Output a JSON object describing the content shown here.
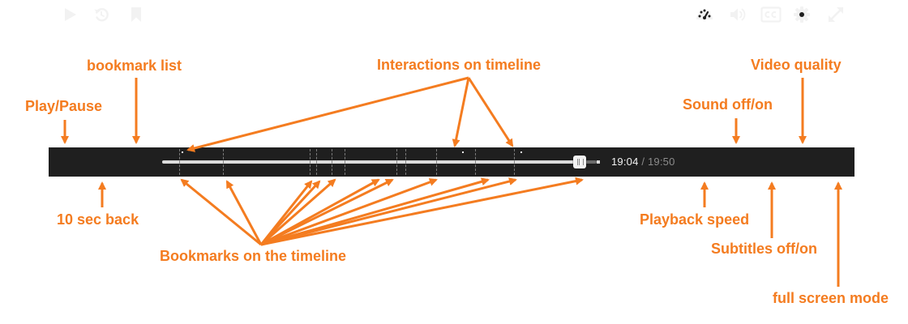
{
  "player": {
    "current_time": "19:04",
    "time_separator": "/",
    "total_time": "19:50",
    "progress": 0.96,
    "bookmarks": [
      0.04,
      0.14,
      0.34,
      0.355,
      0.39,
      0.42,
      0.54,
      0.56,
      0.63,
      0.72,
      0.81
    ],
    "interactions": [
      0.045,
      0.69,
      0.825
    ],
    "controls": [
      {
        "name": "play-button",
        "icon": "play-icon"
      },
      {
        "name": "rewind-10-button",
        "icon": "rewind-10-icon"
      },
      {
        "name": "bookmark-list-button",
        "icon": "bookmark-icon"
      },
      {
        "name": "playback-speed-button",
        "icon": "speedometer-icon"
      },
      {
        "name": "volume-button",
        "icon": "speaker-icon"
      },
      {
        "name": "subtitles-button",
        "icon": "cc-icon"
      },
      {
        "name": "settings-button",
        "icon": "gear-icon"
      },
      {
        "name": "fullscreen-button",
        "icon": "expand-icon"
      }
    ]
  },
  "annotations": {
    "play_pause": "Play/Pause",
    "bookmark_list": "bookmark list",
    "interactions": "Interactions on timeline",
    "video_quality": "Video quality",
    "sound": "Sound off/on",
    "ten_sec_back": "10 sec back",
    "bookmarks_timeline": "Bookmarks on the timeline",
    "playback_speed": "Playback speed",
    "subtitles": "Subtitles off/on",
    "full_screen": "full screen mode"
  },
  "colors": {
    "accent": "#f47c20",
    "bar_background": "#1f1f1f",
    "icon": "#f2f2f2"
  }
}
